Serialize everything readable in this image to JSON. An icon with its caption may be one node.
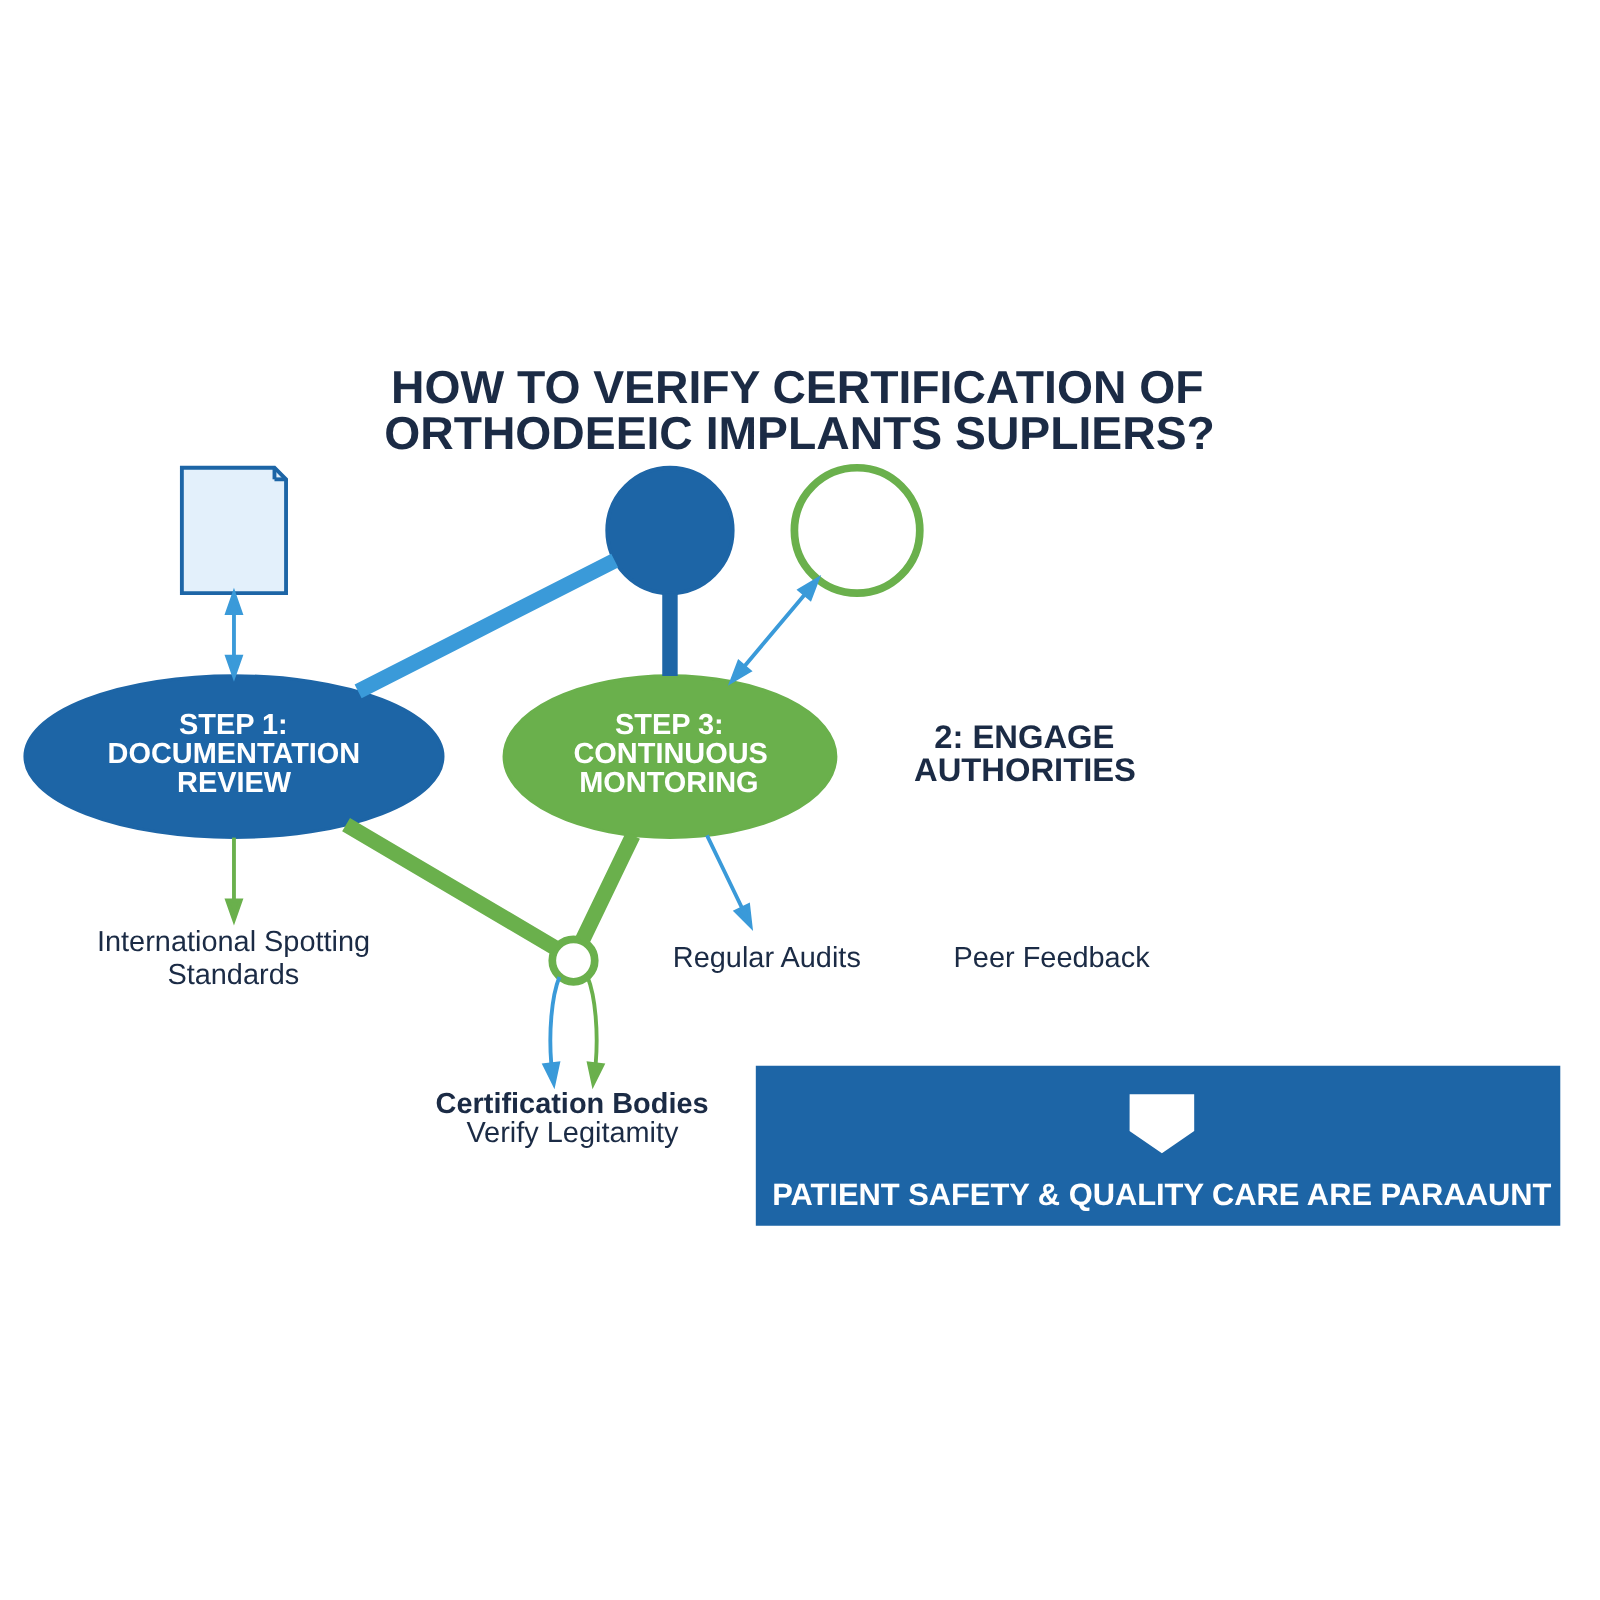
{
  "diagram": {
    "title": "HOW TO VERIFY CERTIFICATION OF ORTHODEEIC IMPLANTS SUPLIERS?",
    "nodes": [
      {
        "text": [],
        "shape": "circle"
      },
      {
        "text": [],
        "shape": "box"
      },
      {
        "text": [],
        "shape": "circle"
      },
      {
        "text": [
          "STEP 1: DOCUMENTATION REVIEW"
        ]
      },
      {
        "text": [
          "2: ENGAGE AUTHORITIES"
        ]
      },
      {
        "text": [
          "STEP 3: CONTINUOUS MONTORING"
        ]
      },
      {
        "text": [],
        "shape": "circle"
      },
      {
        "text": [
          "International Spotting Standards"
        ]
      },
      {
        "text": [
          "Regular Audits"
        ]
      },
      {
        "text": [
          "Peer Feedback"
        ]
      },
      {
        "text": [
          "Certification Bodies",
          "Verify Legitamity"
        ]
      },
      {
        "text": [
          "PATIENT SAFETY & QUALITY CARE ARE PARAAUNT"
        ]
      },
      {
        "text": [],
        "shape": "heart",
        "in": 11
      }
    ],
    "edges": [
      {
        "from": 3,
        "to": 0,
        "arrow": "none",
        "style": "thick"
      },
      {
        "from": 0,
        "to": 5,
        "arrow": "none",
        "style": "thick",
        "color": "#1d65a6"
      },
      {
        "from": 5,
        "to": 6,
        "arrow": "none",
        "style": "thick",
        "color": "#6ab04c"
      },
      {
        "from": 6,
        "to": 3,
        "arrow": "none",
        "style": "thick",
        "color": "#6ab04c"
      },
      {
        "from": 1,
        "to": 3,
        "arrow": "both"
      },
      {
        "from": 5,
        "to": 2,
        "arrow": "both"
      },
      {
        "from": 3,
        "to": 7,
        "arrow": "to",
        "color": "#6ab04c"
      },
      {
        "from": 5,
        "to": 8,
        "arrow": "to"
      },
      {
        "from": 6,
        "to": 10,
        "arrow": "to"
      },
      {
        "from": 6,
        "to": 10,
        "arrow": "to",
        "color": "#6ab04c"
      }
    ]
  }
}
